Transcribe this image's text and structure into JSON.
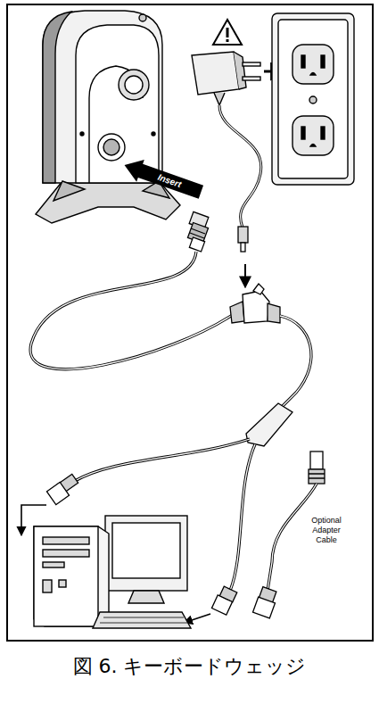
{
  "diagram": {
    "caption": "図 6. キーボードウェッジ",
    "labels": [
      "Insert",
      "Optional Adapter Cable"
    ]
  }
}
